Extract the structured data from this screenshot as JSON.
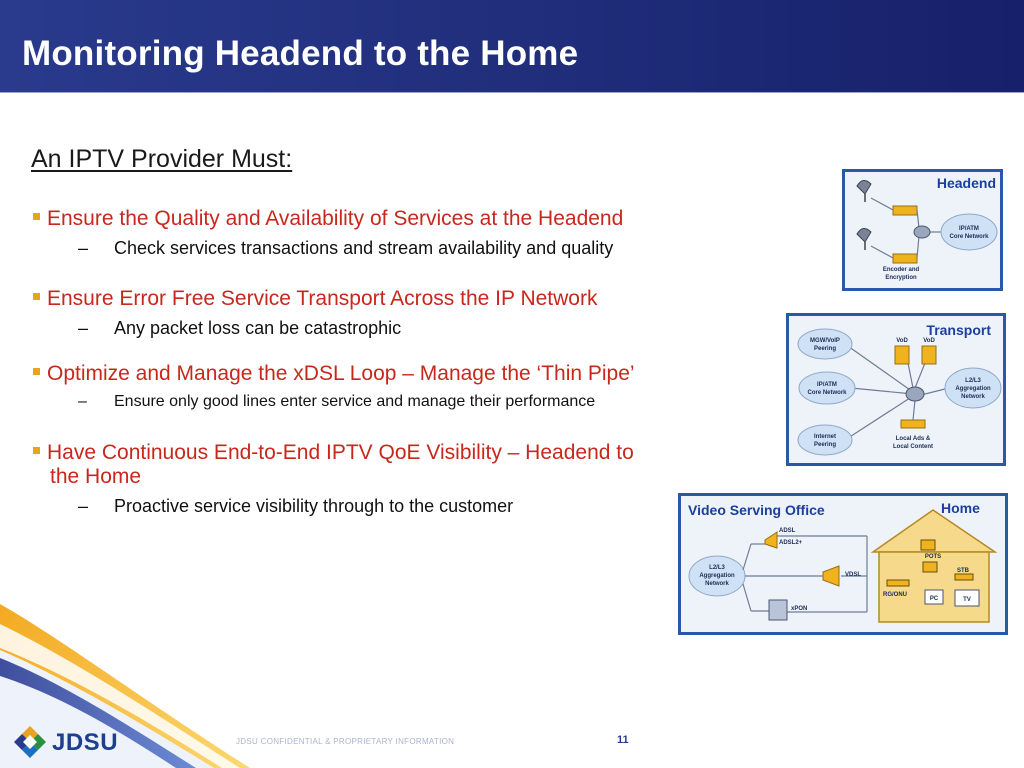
{
  "slide": {
    "title": "Monitoring Headend to the Home",
    "intro": "An IPTV Provider Must:",
    "bullets": [
      {
        "text": "Ensure the Quality and Availability of Services at the Headend",
        "sub": "Check services transactions and stream availability and quality"
      },
      {
        "text": "Ensure Error Free Service Transport Across the IP Network",
        "sub": "Any packet loss can be catastrophic"
      },
      {
        "text": "Optimize and Manage the xDSL Loop – Manage the ‘Thin Pipe’",
        "sub": "Ensure only good lines enter service and manage their performance"
      },
      {
        "text_line1": "Have Continuous End-to-End IPTV QoE Visibility – Headend to",
        "text_line2": "the Home",
        "sub": "Proactive service visibility through to the customer"
      }
    ]
  },
  "diagrams": {
    "headend": {
      "label": "Headend",
      "cloud": "IP/ATM Core Network",
      "encoder": "Encoder and Encryption"
    },
    "transport": {
      "label": "Transport",
      "clouds": [
        "MGW/VoIP Peering",
        "IP/ATM Core Network",
        "Internet Peering",
        "L2/L3 Aggregation Network"
      ],
      "servers": [
        "VoD",
        "VoD"
      ],
      "ads": "Local Ads & Local Content"
    },
    "home": {
      "vso_label": "Video Serving Office",
      "label": "Home",
      "cloud": "L2/L3 Aggregation Network",
      "links": [
        "ADSL",
        "ADSL2+",
        "VDSL",
        "xPON"
      ],
      "devices": [
        "POTS",
        "STB",
        "RG/ONU",
        "PC",
        "TV"
      ]
    }
  },
  "footer": {
    "confidential": "JDSU CONFIDENTIAL & PROPRIETARY INFORMATION",
    "page": "11",
    "logo": "JDSU"
  },
  "colors": {
    "header": "#23338a",
    "bullet_text": "#c8281c",
    "bullet_marker": "#e8a321",
    "panel_border": "#2a57a8",
    "label_blue": "#1a3f9c"
  }
}
